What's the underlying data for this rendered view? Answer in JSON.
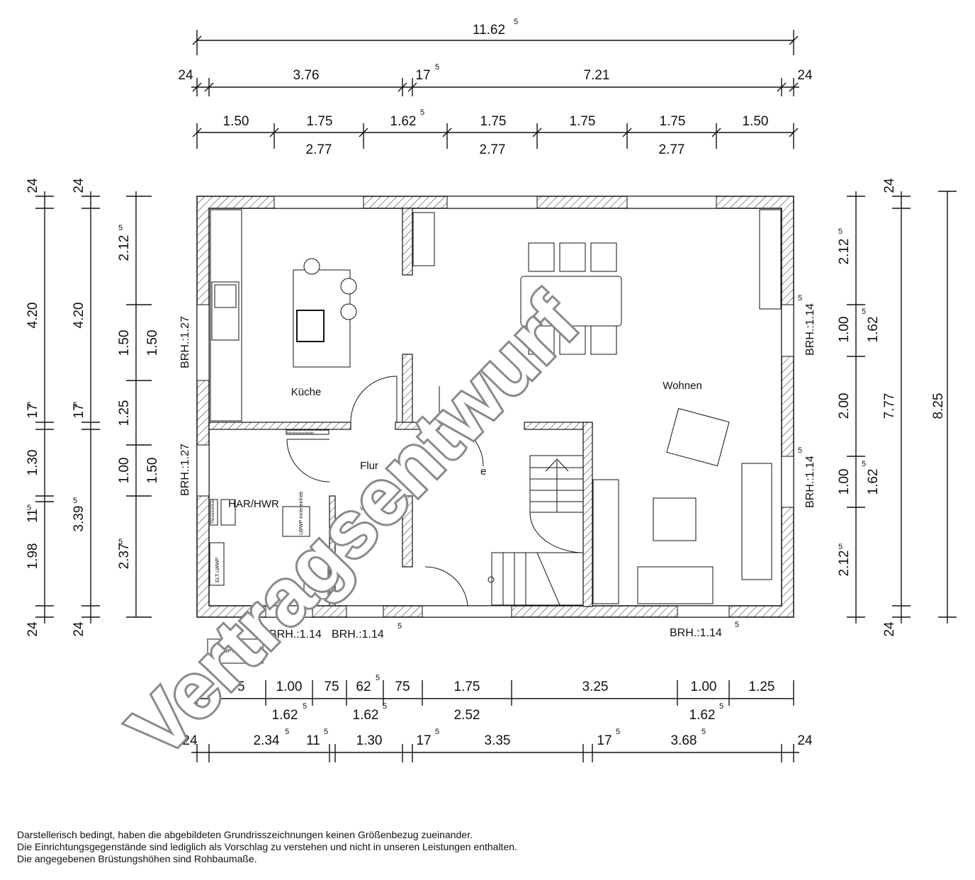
{
  "top_dims": {
    "overall": "11.62",
    "overall_sup": "5",
    "row2": [
      "24",
      "3.76",
      "17",
      "7.21",
      "24"
    ],
    "row2_sup": "5",
    "row3": [
      "1.50",
      "1.75",
      "1.62",
      "1.75",
      "1.75",
      "1.75",
      "1.50"
    ],
    "row3_sup": "5",
    "row4": [
      "2.77",
      "2.77",
      "2.77"
    ]
  },
  "left_dims": {
    "col1": [
      "24",
      "4.20",
      "17",
      "1.30",
      "11",
      "1.98",
      "24"
    ],
    "col2": [
      "24",
      "4.20",
      "17",
      "3.39",
      "24"
    ],
    "col3": [
      "2.12",
      "1.50",
      "1.25",
      "1.00",
      "2.37"
    ],
    "col4": [
      "1.50",
      "1.50"
    ],
    "sup": "5"
  },
  "right_dims": {
    "col1": [
      "2.12",
      "1.00",
      "2.00",
      "1.00",
      "2.12"
    ],
    "col2": [
      "1.62",
      "1.62"
    ],
    "col3": [
      "24",
      "7.77",
      "24"
    ],
    "col4": [
      "8.25"
    ],
    "sup": "5"
  },
  "bottom_dims": {
    "row1": [
      "75",
      "1.00",
      "75",
      "62",
      "75",
      "1.75",
      "3.25",
      "1.00",
      "1.25"
    ],
    "row2": [
      "1.62",
      "1.62",
      "2.52",
      "1.62"
    ],
    "row3": [
      "24",
      "2.34",
      "11",
      "1.30",
      "17",
      "3.35",
      "17",
      "3.68",
      "24"
    ],
    "sup": "5"
  },
  "brh": {
    "left_upper": "BRH.:1.27",
    "left_lower": "BRH.:1.27",
    "right_upper": "BRH.:1.14",
    "right_lower": "BRH.:1.14",
    "bottom_left": "BRH.:1.14",
    "bottom_mid": "BRH.:1.14",
    "bottom_right": "BRH.:1.14",
    "sup": "5"
  },
  "rooms": {
    "kueche": "Küche",
    "flur": "Flur",
    "wohnen": "Wohnen",
    "har": "HAR/HWR",
    "stair_partial": "e",
    "vor_partial": "Vor"
  },
  "labels": {
    "heizkreisverteiler": "Heizkreisverteiler",
    "lwwp_innen": "LWWP Inneneinheit",
    "elt_lwwp": "ELT LWWP",
    "lwwp_aussen": "LWWP Außen",
    "hausanschluss": "Hausanschluss"
  },
  "watermark": "Vertragsentwurf",
  "disclaimer": [
    "Darstellerisch bedingt, haben die abgebildeten Grundrisszeichnungen keinen Größenbezug zueinander.",
    "Die Einrichtungsgegenstände sind lediglich als Vorschlag zu verstehen und nicht in unseren Leistungen enthalten.",
    "Die angegebenen Brüstungshöhen sind Rohbaumaße."
  ]
}
